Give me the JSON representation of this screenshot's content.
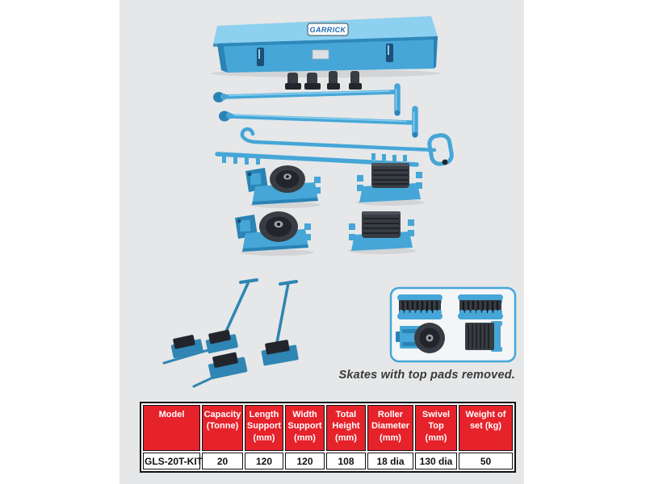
{
  "branding": {
    "logo_text": "GARRICK"
  },
  "caption": "Skates with top pads removed.",
  "table": {
    "headers": [
      "Model",
      "Capacity (Tonne)",
      "Length Support (mm)",
      "Width Support (mm)",
      "Total Height (mm)",
      "Roller Diameter (mm)",
      "Swivel Top (mm)",
      "Weight of set (kg)"
    ],
    "rows": [
      [
        "GLS-20T-KIT",
        "20",
        "120",
        "120",
        "108",
        "18 dia",
        "130 dia",
        "50"
      ]
    ]
  },
  "colors": {
    "page_bg": "#ffffff",
    "panel_bg": "#e5e7e8",
    "equipment_blue": "#45a6d7",
    "equipment_blue_light": "#8dd0ef",
    "equipment_blue_dark": "#2a83b5",
    "equipment_navy": "#1d4f77",
    "steel_blue": "#2f85b3",
    "metal_dark": "#383c43",
    "metal_darker": "#22252b",
    "metal_hub": "#9aa0a8",
    "inset_bg": "#f3f5f6",
    "table_header_bg": "#e6222b",
    "table_header_text": "#ffffff",
    "table_cell_bg": "#ffffff",
    "table_text": "#111111",
    "table_border": "#111111",
    "logo_text_color": "#1a6ab8",
    "caption_color": "#3a3a3a"
  }
}
